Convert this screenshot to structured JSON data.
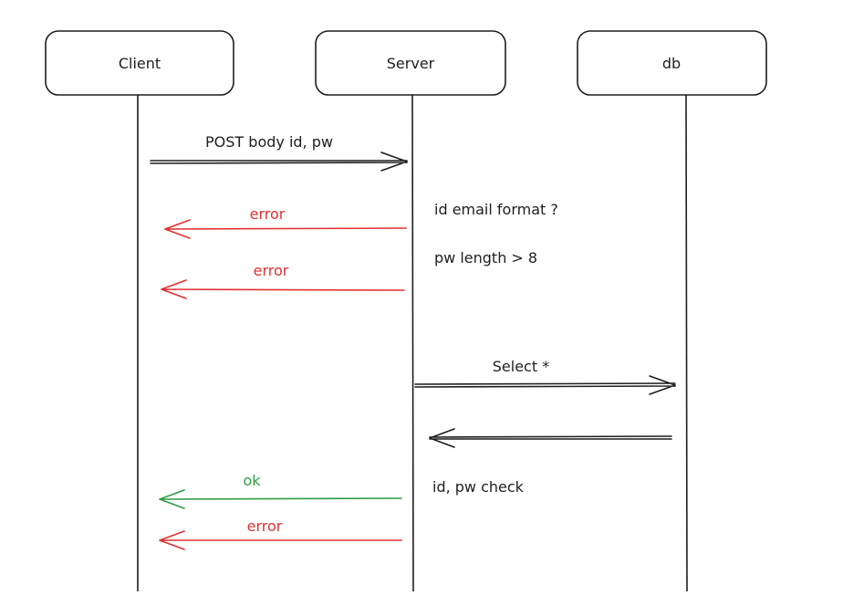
{
  "participants": [
    {
      "id": "client",
      "label": "Client"
    },
    {
      "id": "server",
      "label": "Server"
    },
    {
      "id": "db",
      "label": "db"
    }
  ],
  "messages": [
    {
      "id": "post-request",
      "from": "client",
      "to": "server",
      "label": "POST body id, pw",
      "color": "#1e1e1e"
    },
    {
      "id": "email-error",
      "from": "server",
      "to": "client",
      "label": "error",
      "color": "#e03131"
    },
    {
      "id": "length-error",
      "from": "server",
      "to": "client",
      "label": "error",
      "color": "#e03131"
    },
    {
      "id": "select-query",
      "from": "server",
      "to": "db",
      "label": "Select *",
      "color": "#1e1e1e"
    },
    {
      "id": "db-response",
      "from": "db",
      "to": "server",
      "label": "",
      "color": "#1e1e1e"
    },
    {
      "id": "ok-response",
      "from": "server",
      "to": "client",
      "label": "ok",
      "color": "#2f9e44"
    },
    {
      "id": "check-error",
      "from": "server",
      "to": "client",
      "label": "error",
      "color": "#e03131"
    }
  ],
  "notes": {
    "email_check": "id email format ?",
    "length_check": "pw length > 8",
    "credential_check": "id, pw check"
  }
}
